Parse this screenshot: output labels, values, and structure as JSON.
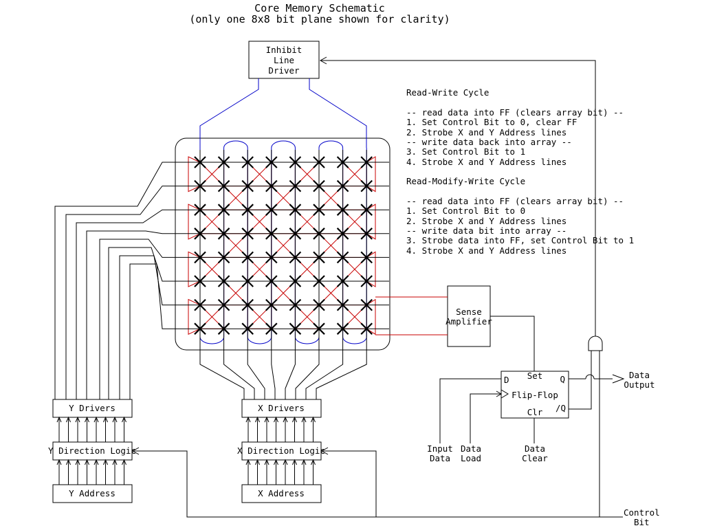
{
  "title": "Core Memory Schematic",
  "subtitle": "(only one 8x8 bit plane shown for clarity)",
  "blocks": {
    "inhibit_line_driver": [
      "Inhibit",
      "Line",
      "Driver"
    ],
    "sense_amplifier": [
      "Sense",
      "Amplifier"
    ],
    "y_drivers": "Y Drivers",
    "y_direction_logic": "Y Direction Logic",
    "y_address": "Y Address",
    "x_drivers": "X Drivers",
    "x_direction_logic": "X Direction Logic",
    "x_address": "X Address",
    "flip_flop": {
      "label": "Flip-Flop",
      "d": "D",
      "set": "Set",
      "q": "Q",
      "not_q": "/Q",
      "clr": "Clr"
    }
  },
  "signals": {
    "input_data": [
      "Input",
      "Data"
    ],
    "data_load": [
      "Data",
      "Load"
    ],
    "data_clear": [
      "Data",
      "Clear"
    ],
    "data_output": [
      "Data",
      "Output"
    ],
    "control_bit": [
      "Control",
      "Bit"
    ]
  },
  "notes": {
    "read_write": {
      "heading": "Read-Write Cycle",
      "lines": [
        "-- read data into FF (clears array bit) --",
        "1. Set Control Bit to 0, clear FF",
        "2. Strobe X and Y Address lines",
        "-- write data back into array --",
        "3. Set Control Bit to 1",
        "4. Strobe X and Y Address lines"
      ]
    },
    "read_modify_write": {
      "heading": "Read-Modify-Write Cycle",
      "lines": [
        "-- read data into FF (clears array bit) --",
        "1. Set Control Bit to 0",
        "2. Strobe X and Y Address lines",
        "-- write data bit into array --",
        "3. Strobe data into FF, set Control Bit to 1",
        "4. Strobe X and Y Address lines"
      ]
    }
  },
  "array": {
    "rows": 8,
    "columns": 8
  },
  "colors": {
    "wire": "#000000",
    "inhibit_line": "#0000c8",
    "sense_line": "#c80000",
    "background": "#ffffff"
  }
}
